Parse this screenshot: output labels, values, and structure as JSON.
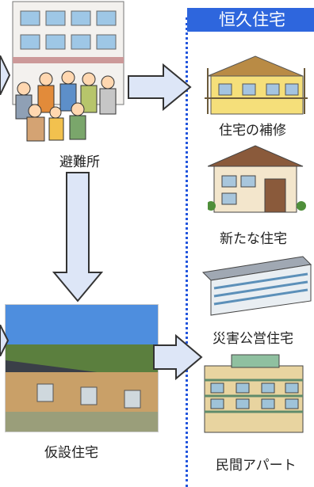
{
  "header": {
    "title": "恒久住宅"
  },
  "nodes": {
    "shelter": "避難所",
    "temporary": "仮設住宅",
    "repair": "住宅の補修",
    "new_house": "新たな住宅",
    "public_housing": "災害公営住宅",
    "private_apartment": "民間アパート"
  },
  "colors": {
    "accent_blue": "#2e66dd",
    "arrow_fill": "#dde6f7",
    "arrow_stroke": "#333333"
  }
}
